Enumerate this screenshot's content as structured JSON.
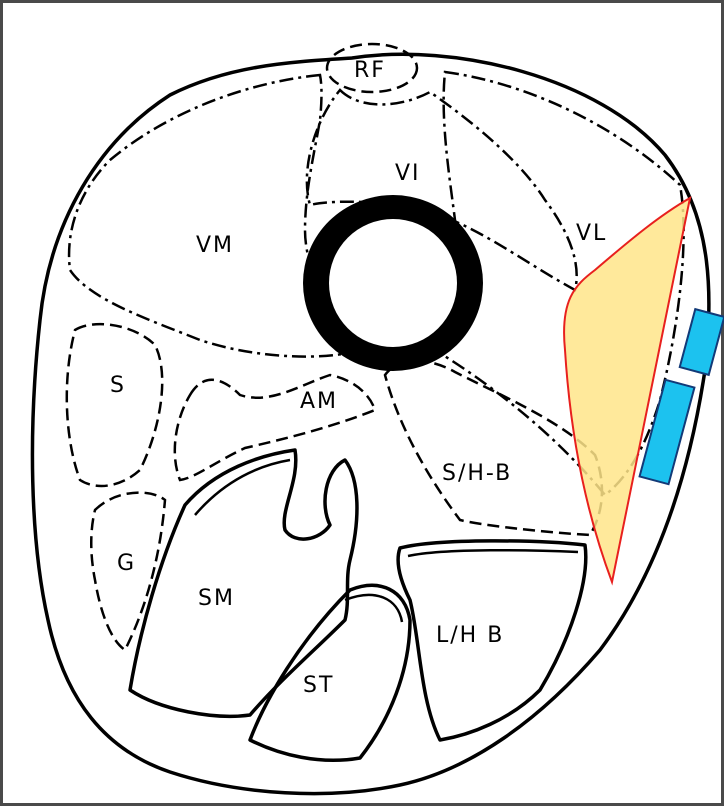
{
  "labels": {
    "rf": "RF",
    "vi": "VI",
    "vm": "VM",
    "vl": "VL",
    "s": "S",
    "am": "AM",
    "shb": "S/H-B",
    "g": "G",
    "sm": "SM",
    "st": "ST",
    "lhb": "L/H B"
  },
  "colors": {
    "highlight_fill": "#ffe58a",
    "highlight_stroke": "#e8201e",
    "marker_fill": "#1cc2ef",
    "marker_stroke": "#123a78",
    "bone": "#000000",
    "frame": "#4a4a4a"
  }
}
